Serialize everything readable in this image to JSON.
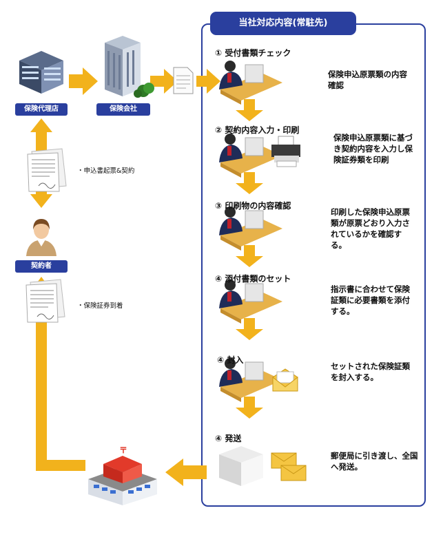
{
  "panel": {
    "title": "当社対応内容(常駐先)"
  },
  "entities": {
    "agency": "保険代理店",
    "insurer": "保険会社",
    "contractor": "契約者"
  },
  "documents": {
    "application": "・申込書起票&契約",
    "arrival": "・保険証券到着"
  },
  "steps": [
    {
      "title": "① 受付書類チェック",
      "desc": "保険申込原票類の内容確認"
    },
    {
      "title": "② 契約内容入力・印刷",
      "desc": "保険申込原票類に基づき契約内容を入力し保険証券類を印刷"
    },
    {
      "title": "③ 印刷物の内容確認",
      "desc": "印刷した保険申込原票類が原票どおり入力されているかを確認する。"
    },
    {
      "title": "④ 添付書類のセット",
      "desc": "指示書に合わせて保険証類に必要書類を添付する。"
    },
    {
      "title": "④ 封入",
      "desc": "セットされた保険証類を封入する。"
    },
    {
      "title": "④ 発送",
      "desc": "郵便局に引き渡し、全国へ発送。"
    }
  ],
  "colors": {
    "accent": "#2a3f9e",
    "arrow": "#f2b21c",
    "desk": "#e7b24a"
  }
}
